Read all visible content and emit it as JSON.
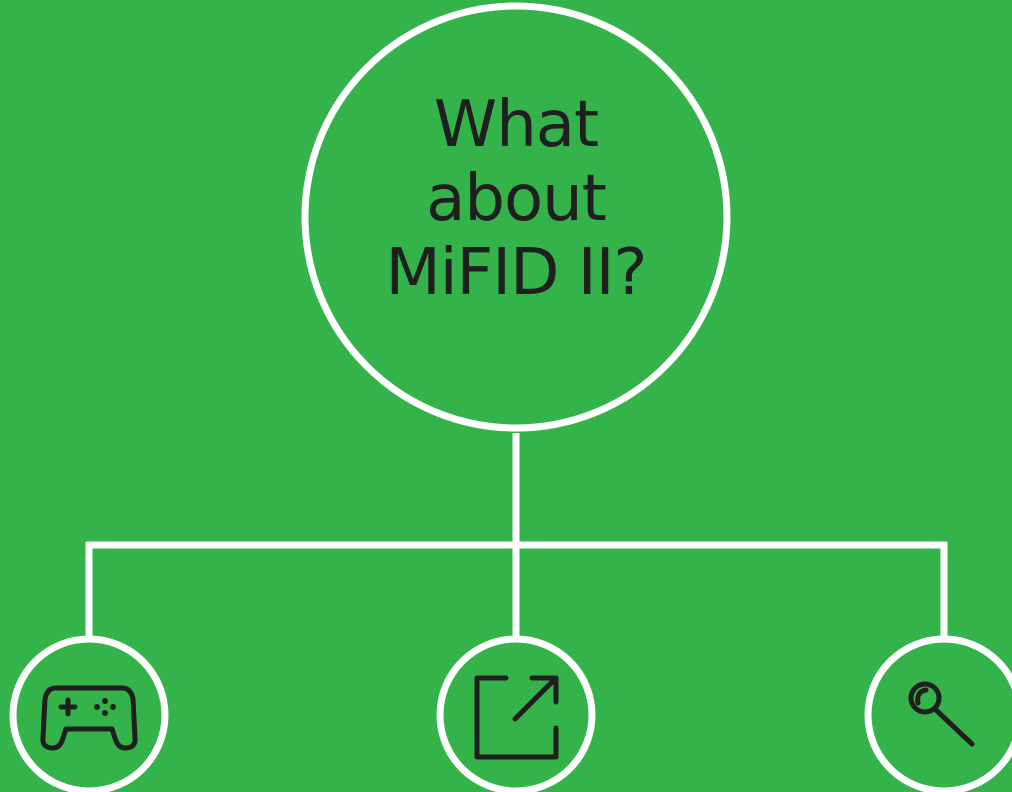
{
  "diagram": {
    "question_lines": [
      "What",
      "about",
      "MiFID II?"
    ],
    "nodes": [
      {
        "name": "game-controller",
        "icon": "game-controller-icon"
      },
      {
        "name": "external-link",
        "icon": "external-link-icon"
      },
      {
        "name": "search",
        "icon": "magnifying-glass-icon"
      }
    ],
    "colors": {
      "background": "#33b34a",
      "lines": "#ffffff",
      "text": "#1f1f1f"
    }
  }
}
